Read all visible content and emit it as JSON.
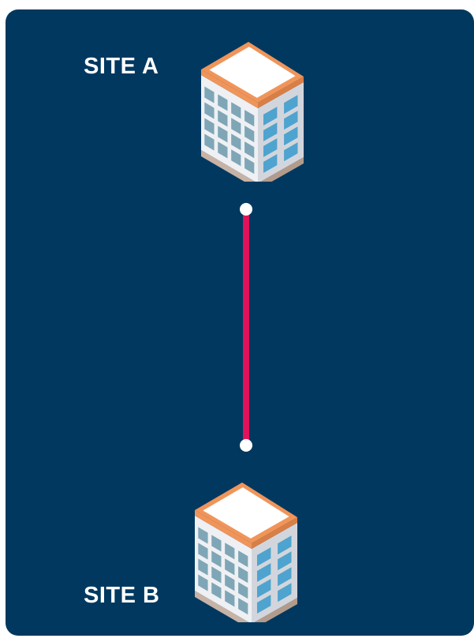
{
  "diagram": {
    "site_a": {
      "label": "SITE A",
      "icon": "office-building-icon"
    },
    "site_b": {
      "label": "SITE B",
      "icon": "office-building-icon"
    },
    "link": {
      "from": "site_a",
      "to": "site_b"
    }
  },
  "colors": {
    "background": "#00385f",
    "link": "#e0135a",
    "endpoint": "#ffffff",
    "roof_trim": "#f0955a",
    "roof_top": "#ffffff",
    "wall_left": "#eef0f3",
    "wall_right": "#d2d6dc",
    "window_left": "#7ea6b6",
    "window_right": "#4fa3cf",
    "base": "#b39b8c"
  }
}
